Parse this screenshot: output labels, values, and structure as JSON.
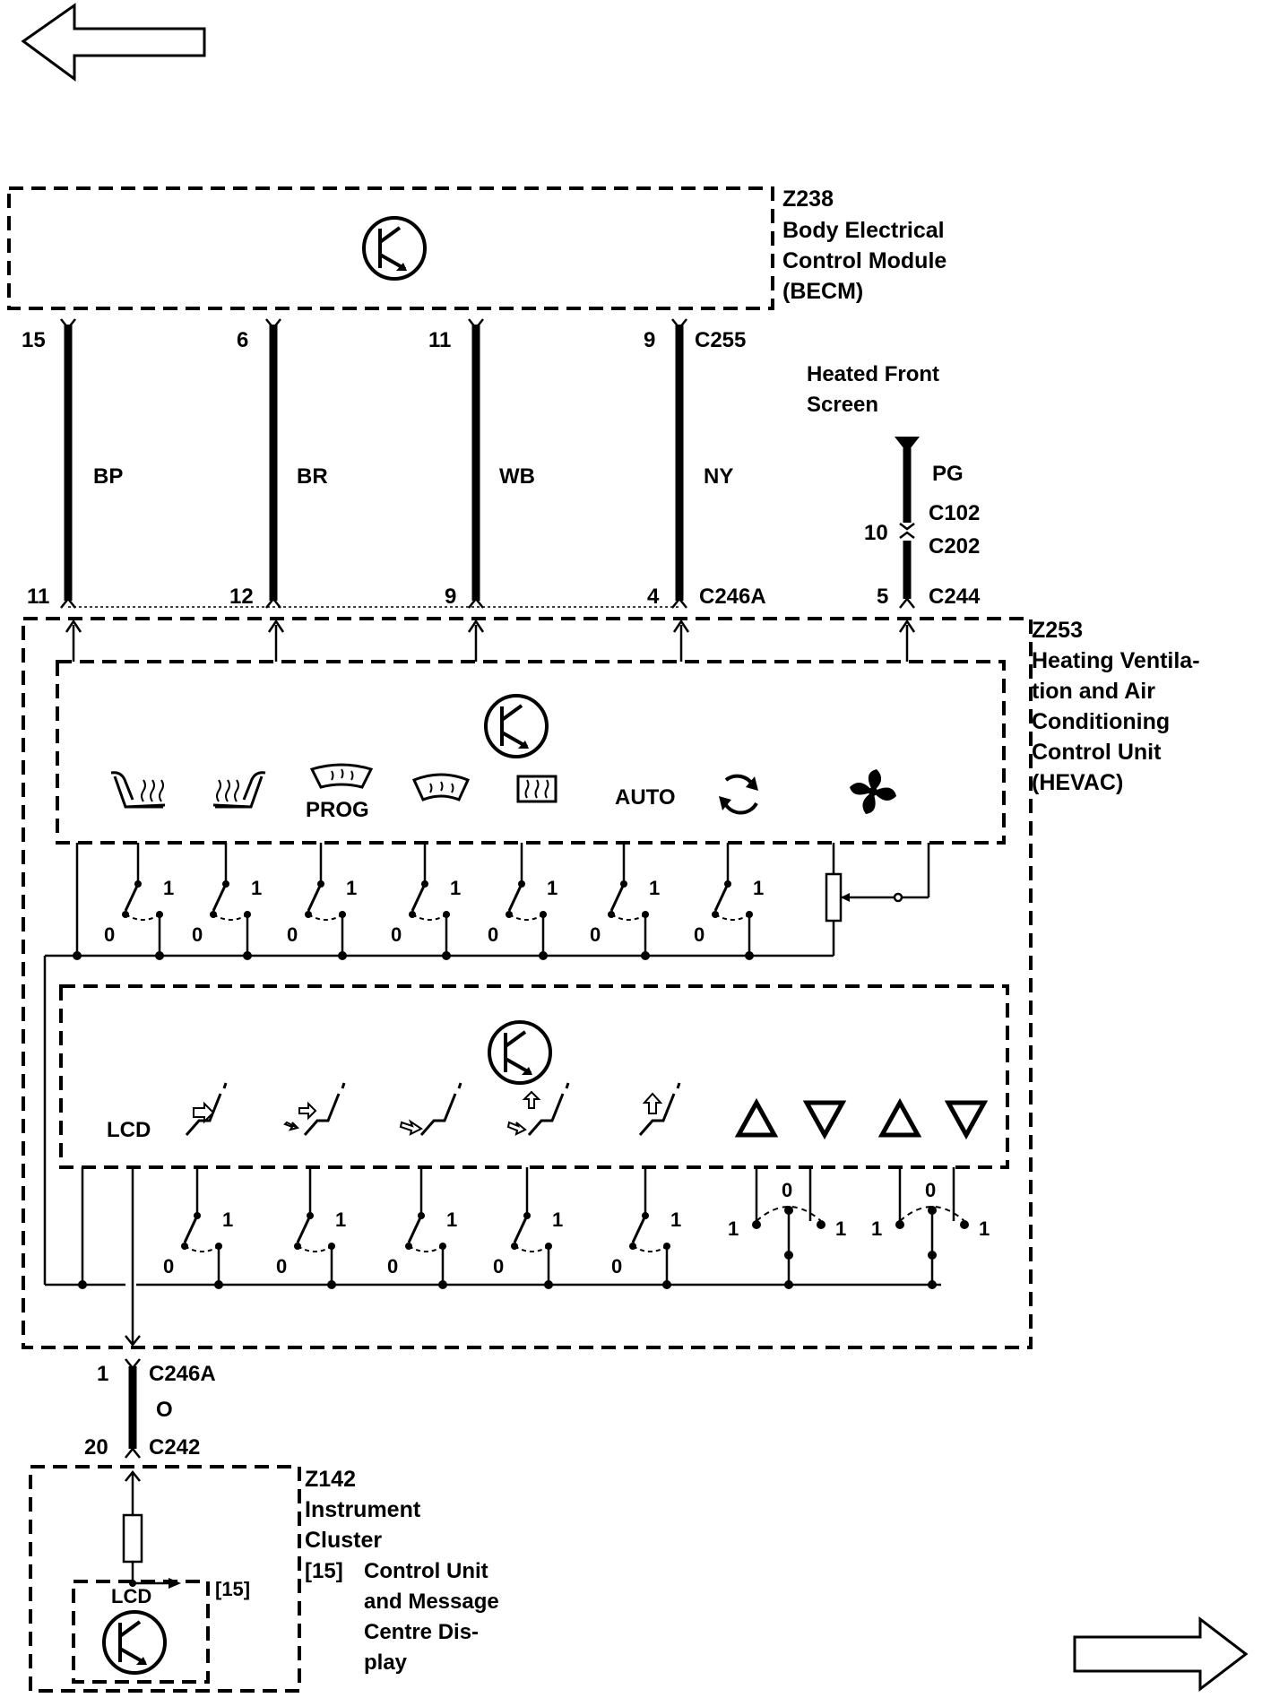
{
  "navigation": {
    "back_arrow_icon": "arrow-left-outline",
    "forward_arrow_icon": "arrow-right-outline"
  },
  "becm": {
    "code": "Z238",
    "name_lines": [
      "Body Electrical",
      "Control Module",
      "(BECM)"
    ],
    "icon": "transistor-symbol"
  },
  "wires": [
    {
      "color": "BP",
      "becm_pin": "15",
      "hevac_pin": "11"
    },
    {
      "color": "BR",
      "becm_pin": "6",
      "hevac_pin": "12"
    },
    {
      "color": "WB",
      "becm_pin": "11",
      "hevac_pin": "9"
    },
    {
      "color": "NY",
      "becm_pin": "9",
      "hevac_pin": "4"
    }
  ],
  "connectors": {
    "becm": "C255",
    "hevac_upper": "C246A",
    "hevac_lower": "C246A",
    "cluster": "C242",
    "hfs_top": "C102",
    "hfs_bottom": "C202",
    "hfs_hevac": "C244"
  },
  "heated_front_screen": {
    "title_lines": [
      "Heated Front",
      "Screen"
    ],
    "wire_color": "PG",
    "inline_pin": "10",
    "hevac_pin": "5"
  },
  "hevac": {
    "code": "Z253",
    "name_lines": [
      "Heating Ventila-",
      "tion and Air",
      "Conditioning",
      "Control Unit",
      "(HEVAC)"
    ],
    "top_panel": {
      "labels": [
        "PROG",
        "AUTO"
      ],
      "icons": [
        "heated-seat-left-icon",
        "heated-seat-right-icon",
        "windscreen-heat-icon",
        "front-demist-icon",
        "rear-window-heat-icon",
        "recirculation-icon",
        "fan-icon"
      ]
    },
    "bottom_panel": {
      "labels": [
        "LCD"
      ],
      "icons": [
        "vent-face-icon",
        "vent-face-feet-icon",
        "vent-feet-icon",
        "vent-feet-screen-icon",
        "vent-screen-icon",
        "triangle-up-icon",
        "triangle-down-icon",
        "triangle-up-icon",
        "triangle-down-icon"
      ]
    },
    "switch_states": {
      "off": "0",
      "on": "1"
    }
  },
  "cluster_link": {
    "wire_color": "O",
    "hevac_pin": "1",
    "cluster_pin": "20"
  },
  "instrument_cluster": {
    "code": "Z142",
    "name_lines": [
      "Instrument",
      "Cluster"
    ],
    "inner_label": "LCD",
    "ref": "[15]",
    "ref_inline": "[15]",
    "desc_lines": [
      "Control Unit",
      "and Message",
      "Centre Dis-",
      "play"
    ]
  }
}
